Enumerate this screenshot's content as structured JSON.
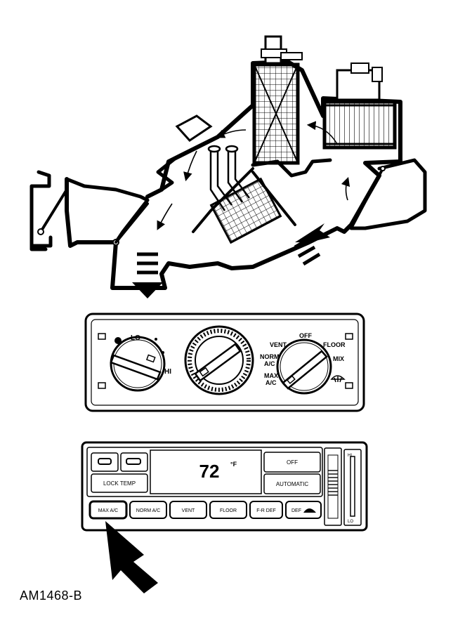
{
  "figure_id": "AM1468-B",
  "manual_panel": {
    "fan_labels": {
      "lo": "LO",
      "hi": "HI"
    },
    "mode_labels": {
      "vent": "VENT",
      "off": "OFF",
      "floor": "FLOOR",
      "norm_ac_1": "NORM",
      "norm_ac_2": "A/C",
      "mix": "MIX",
      "max_ac_1": "MAX",
      "max_ac_2": "A/C"
    }
  },
  "auto_panel": {
    "display_temp": "72",
    "display_unit": "°F",
    "left_wide_button": "LOCK TEMP",
    "right_top_button": "OFF",
    "right_bottom_button": "AUTOMATIC",
    "bottom_buttons": [
      "MAX A/C",
      "NORM A/C",
      "VENT",
      "FLOOR",
      "F-R DEF",
      "DEF"
    ],
    "slider_top": "HI",
    "slider_bottom": "LO"
  }
}
